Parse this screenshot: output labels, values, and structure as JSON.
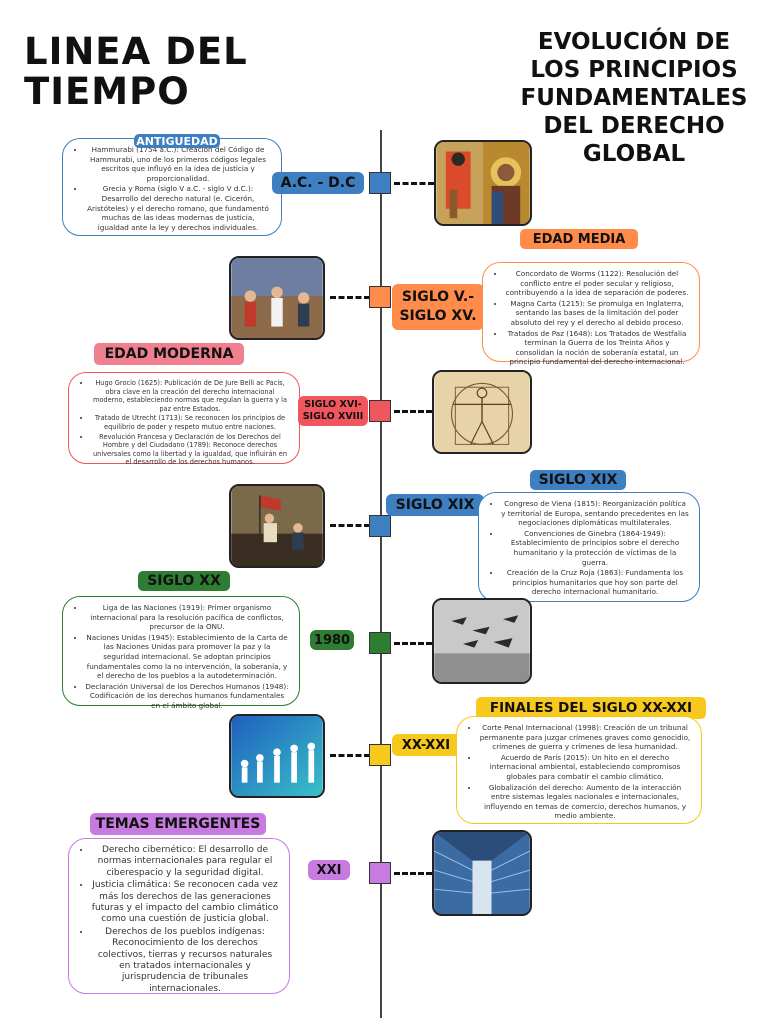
{
  "header": {
    "title_left_1": "LINEA DEL",
    "title_left_2": "TIEMPO",
    "title_right_1": "EVOLUCIÓN DE",
    "title_right_2": "LOS PRINCIPIOS",
    "title_right_3": "FUNDAMENTALES",
    "title_right_4": "DEL DERECHO",
    "title_right_5": "GLOBAL"
  },
  "colors": {
    "blue": "#3d7fc0",
    "orange": "#ff8c4a",
    "red": "#f0565e",
    "pink": "#f07f8f",
    "green": "#2e7d32",
    "yellow": "#f7c91c",
    "purple": "#c77be0"
  },
  "eras": [
    {
      "tag": "ANTIGUEDAD",
      "period": "A.C. - D.C",
      "items": [
        "Hammurabi (1754 a.C.): Creación del Código de Hammurabi, uno de los primeros códigos legales escritos que influyó en la idea de justicia y proporcionalidad.",
        "Grecia y Roma (siglo V a.C. - siglo V d.C.): Desarrollo del derecho natural (e. Cicerón, Aristóteles) y el derecho romano, que fundamentó muchas de las ideas modernas de justicia, igualdad ante la ley y derechos individuales."
      ]
    },
    {
      "tag": "EDAD MEDIA",
      "period_1": "SIGLO V.-",
      "period_2": "SIGLO XV.",
      "items": [
        "Concordato de Worms (1122): Resolución del conflicto entre el poder secular y religioso, contribuyendo a la idea de separación de poderes.",
        "Magna Carta (1215): Se promulga en Inglaterra, sentando las bases de la limitación del poder absoluto del rey y el derecho al debido proceso.",
        "Tratados de Paz (1648): Los Tratados de Westfalia terminan la Guerra de los Treinta Años y consolidan la noción de soberanía estatal, un principio fundamental del derecho internacional."
      ]
    },
    {
      "tag": "EDAD MODERNA",
      "period_1": "SIGLO XVI-",
      "period_2": "SIGLO XVIII",
      "items": [
        "Hugo Grocio (1625): Publicación de De Jure Belli ac Pacis, obra clave en la creación del derecho internacional moderno, estableciendo normas que regulan la guerra y la paz entre Estados.",
        "Tratado de Utrecht (1713): Se reconocen los principios de equilibrio de poder y respeto mutuo entre naciones.",
        "Revolución Francesa y Declaración de los Derechos del Hombre y del Ciudadano (1789): Reconoce derechos universales como la libertad y la igualdad, que influirán en el desarrollo de los derechos humanos."
      ]
    },
    {
      "tag": "SIGLO XIX",
      "period": "SIGLO XIX",
      "items": [
        "Congreso de Viena (1815): Reorganización política y territorial de Europa, sentando precedentes en las negociaciones diplomáticas multilaterales.",
        "Convenciones de Ginebra (1864-1949): Establecimiento de principios sobre el derecho humanitario y la protección de víctimas de la guerra.",
        "Creación de la Cruz Roja (1863): Fundamenta los principios humanitarios que hoy son parte del derecho internacional humanitario."
      ]
    },
    {
      "tag": "SIGLO XX",
      "period": "1980",
      "items": [
        "Liga de las Naciones (1919): Primer organismo internacional para la resolución pacífica de conflictos, precursor de la ONU.",
        "Naciones Unidas (1945): Establecimiento de la Carta de las Naciones Unidas para promover la paz y la seguridad internacional. Se adoptan principios fundamentales como la no intervención, la soberanía, y el derecho de los pueblos a la autodeterminación.",
        "Declaración Universal de los Derechos Humanos (1948): Codificación de los derechos humanos fundamentales en el ámbito global."
      ]
    },
    {
      "tag": "FINALES DEL SIGLO XX-XXI",
      "period": "XX-XXI",
      "items": [
        "Corte Penal Internacional (1998): Creación de un tribunal permanente para juzgar crímenes graves como genocidio, crímenes de guerra y crímenes de lesa humanidad.",
        "Acuerdo de París (2015): Un hito en el derecho internacional ambiental, estableciendo compromisos globales para combatir el cambio climático.",
        "Globalización del derecho: Aumento de la interacción entre sistemas legales nacionales e internacionales, influyendo en temas de comercio, derechos humanos, y medio ambiente."
      ]
    },
    {
      "tag": "TEMAS EMERGENTES",
      "period": "XXI",
      "items": [
        "Derecho cibernético: El desarrollo de normas internacionales para regular el ciberespacio y la seguridad digital.",
        "Justicia climática: Se reconocen cada vez más los derechos de las generaciones futuras y el impacto del cambio climático como una cuestión de justicia global.",
        "Derechos de los pueblos indígenas: Reconocimiento de los derechos colectivos, tierras y recursos naturales en tratados internacionales y jurisprudencia de tribunales internacionales."
      ]
    }
  ]
}
